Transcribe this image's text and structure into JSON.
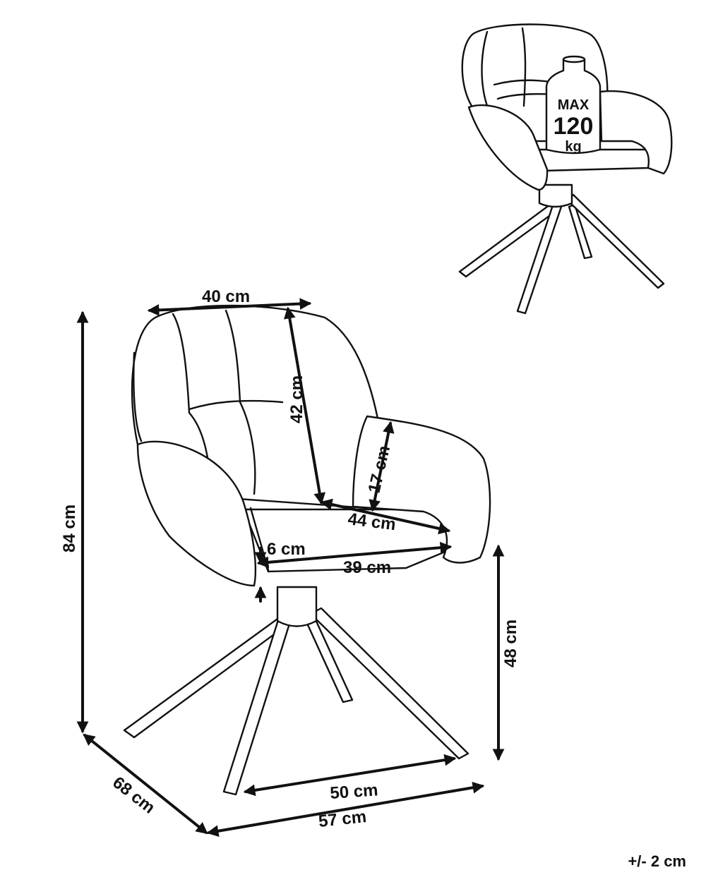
{
  "dimensions": {
    "back_width": "40 cm",
    "back_height": "42 cm",
    "armrest_height": "17 cm",
    "seat_depth": "44 cm",
    "seat_thickness": "6 cm",
    "seat_width": "39 cm",
    "total_height": "84 cm",
    "seat_height": "48 cm",
    "depth": "68 cm",
    "base_width": "50 cm",
    "total_width": "57 cm"
  },
  "load_badge": {
    "line1": "MAX",
    "line2": "120",
    "line3": "kg"
  },
  "tolerance": "+/- 2 cm",
  "colors": {
    "line": "#111111",
    "background": "#ffffff"
  }
}
